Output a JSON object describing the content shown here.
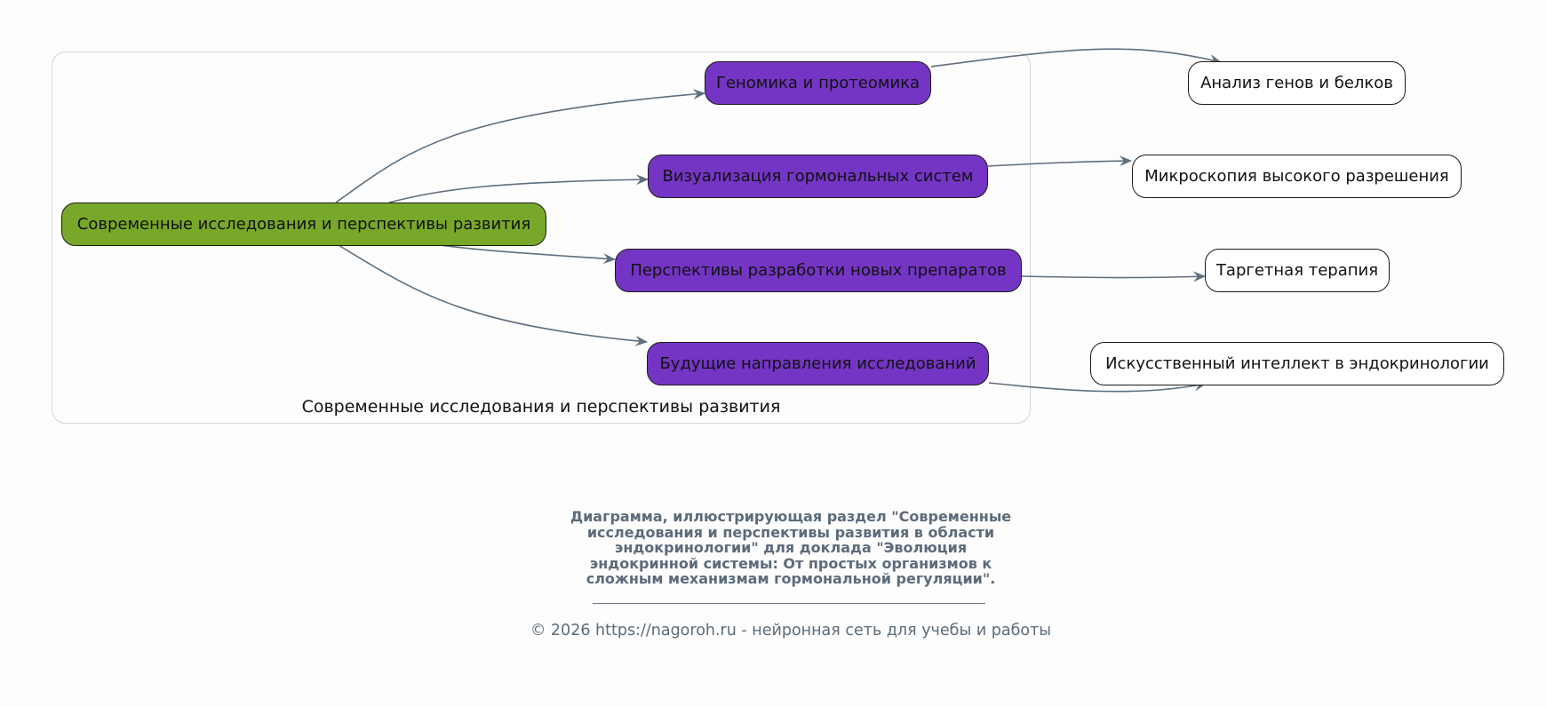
{
  "diagram": {
    "cluster_label": "Современные исследования и перспективы развития",
    "edge_color": "#5f6f7e",
    "colors": {
      "root": "#78a82a",
      "mid": "#7435c4",
      "leaf": "#ffffff",
      "cluster_border": "#d4d4d4"
    },
    "nodes": {
      "root": "Современные исследования и перспективы развития",
      "genomics": "Геномика и протеомика",
      "visualization": "Визуализация гормональных систем",
      "drugs": "Перспективы разработки новых препаратов",
      "future": "Будущие направления исследований",
      "gene_analysis": "Анализ генов и белков",
      "microscopy": "Микроскопия высокого разрешения",
      "targeted": "Таргетная терапия",
      "ai": "Искусственный интеллект в эндокринологии"
    },
    "edges": [
      {
        "from": "root",
        "to": "genomics"
      },
      {
        "from": "root",
        "to": "visualization"
      },
      {
        "from": "root",
        "to": "drugs"
      },
      {
        "from": "root",
        "to": "future"
      },
      {
        "from": "genomics",
        "to": "gene_analysis"
      },
      {
        "from": "visualization",
        "to": "microscopy"
      },
      {
        "from": "drugs",
        "to": "targeted"
      },
      {
        "from": "future",
        "to": "ai"
      }
    ]
  },
  "caption": {
    "lines": [
      "Диаграмма, иллюстрирующая раздел \"Современные",
      "исследования и перспективы развития в области",
      "эндокринологии\" для доклада \"Эволюция",
      "эндокринной системы: От простых организмов к",
      "сложным механизмам гормональной регуляции\"."
    ],
    "copyright": "© 2026 https://nagoroh.ru - нейронная сеть для учебы и работы"
  }
}
